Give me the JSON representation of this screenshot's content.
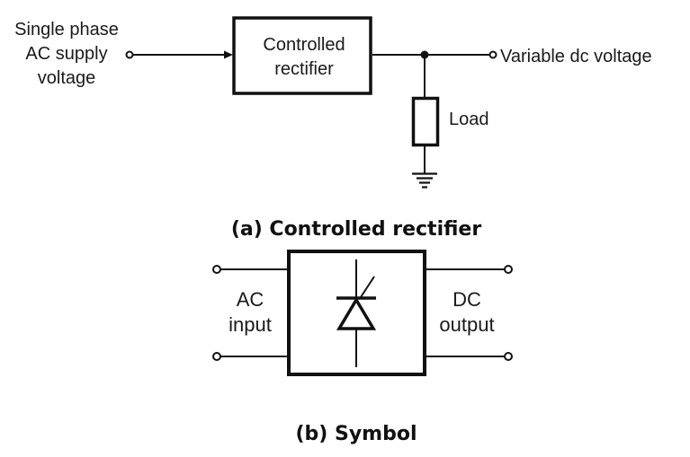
{
  "diagram_a": {
    "input_label": [
      "Single phase",
      "AC supply",
      "voltage"
    ],
    "block_label": [
      "Controlled",
      "rectifier"
    ],
    "output_label": "Variable dc voltage",
    "load_label": "Load",
    "caption": "(a) Controlled rectifier"
  },
  "diagram_b": {
    "input_label": [
      "AC",
      "input"
    ],
    "output_label": [
      "DC",
      "output"
    ],
    "symbol": "thyristor-icon",
    "caption": "(b) Symbol"
  }
}
